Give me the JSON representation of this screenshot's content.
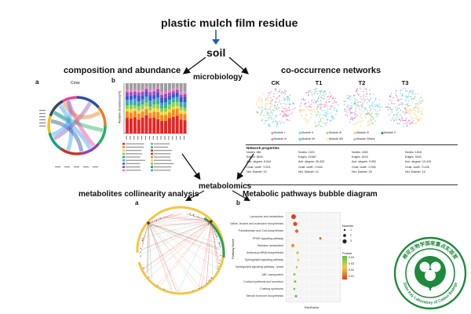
{
  "header": {
    "title": "plastic mulch film residue",
    "soil": "soil",
    "microbiology": "microbiology",
    "metabolomics": "metabolomics"
  },
  "composition": {
    "title": "composition and abundance",
    "label_a": "a",
    "label_b": "b",
    "circos_title": "Crow",
    "ylabel": "Relative abundance(%)"
  },
  "networks": {
    "title": "co-occurrence networks",
    "panels": [
      "CK",
      "T1",
      "T2",
      "T3"
    ]
  },
  "modules": {
    "items": [
      "Module I",
      "Module II",
      "Module III",
      "Module IV",
      "Module V",
      "Module VI",
      "Module VII",
      "Module VIII",
      "Module Others"
    ]
  },
  "properties": {
    "heading": "Network properties",
    "columns": [
      [
        "Nodes: 861",
        "Edges: 3844",
        "Ave. degree: 8.944",
        "Clust. coeff.: 0.521",
        "Net. Diamet: 10"
      ],
      [
        "Nodes: 1021",
        "Edges: 15487",
        "Ave. degree: 25.433",
        "Clust. coeff.: 0.544",
        "Net. Diamet: 14"
      ],
      [
        "Nodes: 1692",
        "Edges: 4443",
        "Ave. degree: 9.592",
        "Clust. coeff.: 0.394",
        "Net. Diamet: 28"
      ],
      [
        "Nodes: 1018",
        "Edges: 3943",
        "Ave. degree: 10.415",
        "Clust. coeff.: 0.428",
        "Net. Diamet: 16"
      ]
    ]
  },
  "collinearity": {
    "title": "metabolites collinearity analysis",
    "label": "a"
  },
  "bubble": {
    "title": "Metabolic pathways bubble diagram",
    "label": "b",
    "ylabel": "Pathway Name",
    "xlabel": "RichFactor",
    "pathways": [
      "Lysosome and metabolism",
      "Valine, leucine and isoleucine biosynthesis",
      "Pantothenate and CoA biosynthesis",
      "PPAR signaling pathway",
      "Histidine metabolism",
      "Aminoacyl-tRNA biosynthesis",
      "Sphingolipid signaling pathway",
      "Sphingolipid signaling pathway - yeast",
      "ABC transporters",
      "Cortisol synthesis and secretion",
      "Cushing syndrome",
      "Steroid hormone biosynthesis"
    ],
    "legend_number_title": "Number",
    "legend_numbers": [
      "1",
      "2",
      "3"
    ],
    "legend_p_title": "Pvalue",
    "legend_p_values": [
      "0.04",
      "0.03",
      "0.02",
      "0.01"
    ]
  },
  "logo": {
    "cn": "棉花生物学国家重点实验室",
    "en": "State Key Laboratory of Cotton Biology"
  },
  "colors": {
    "arrow_blue": "#1f5fb5",
    "accent_red": "#e02020"
  }
}
